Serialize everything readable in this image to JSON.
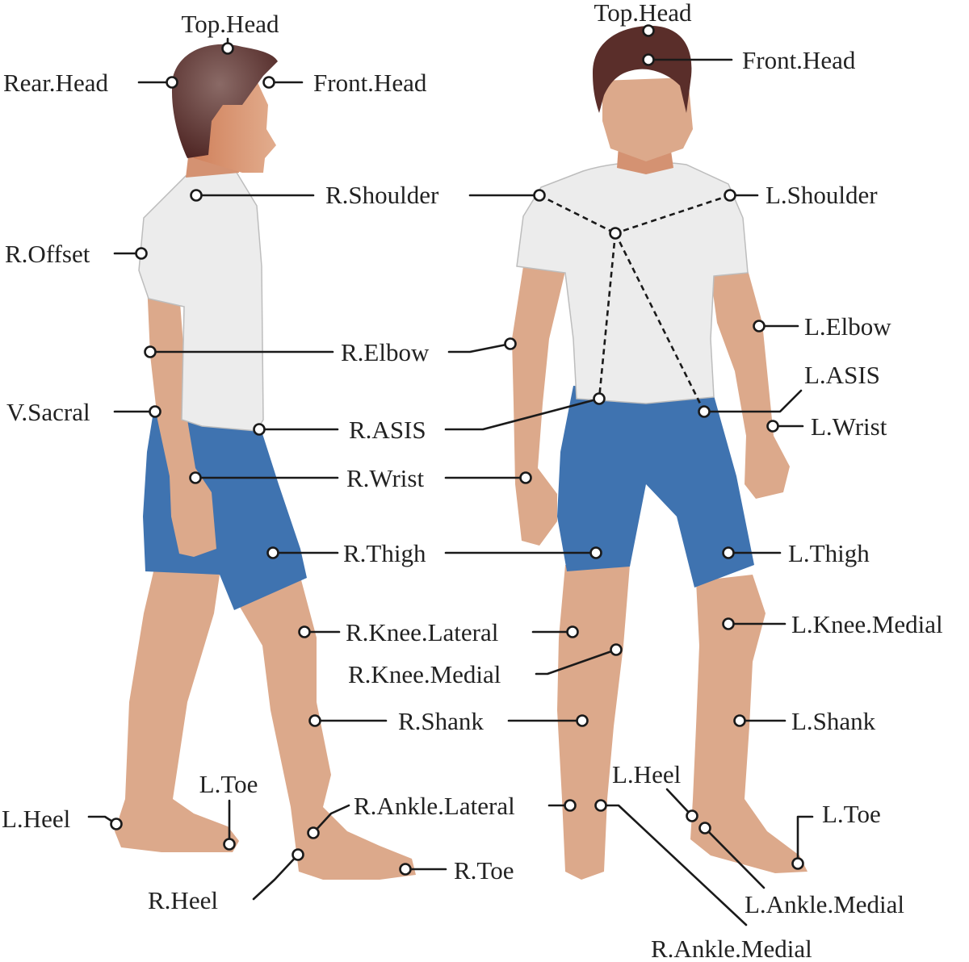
{
  "colors": {
    "skin": "#dca98b",
    "skin_shadow": "#cd9577",
    "shirt": "#ececec",
    "shorts": "#3f73b0",
    "hair": "#5a2e2a",
    "face_side": "#d9906a"
  },
  "side_view": {
    "labels": {
      "top_head": "Top.Head",
      "rear_head": "Rear.Head",
      "front_head": "Front.Head",
      "r_shoulder": "R.Shoulder",
      "r_offset": "R.Offset",
      "r_elbow": "R.Elbow",
      "v_sacral": "V.Sacral",
      "r_asis": "R.ASIS",
      "r_wrist": "R.Wrist",
      "r_thigh": "R.Thigh",
      "r_knee_lateral": "R.Knee.Lateral",
      "r_knee_medial": "R.Knee.Medial",
      "r_shank": "R.Shank",
      "r_ankle_lateral": "R.Ankle.Lateral",
      "l_heel": "L.Heel",
      "l_toe": "L.Toe",
      "r_heel": "R.Heel",
      "r_toe": "R.Toe"
    }
  },
  "front_view": {
    "labels": {
      "top_head": "Top.Head",
      "front_head": "Front.Head",
      "l_shoulder": "L.Shoulder",
      "l_elbow": "L.Elbow",
      "l_asis": "L.ASIS",
      "l_wrist": "L.Wrist",
      "l_thigh": "L.Thigh",
      "l_knee_medial": "L.Knee.Medial",
      "l_shank": "L.Shank",
      "l_heel": "L.Heel",
      "l_toe": "L.Toe",
      "l_ankle_medial": "L.Ankle.Medial",
      "r_ankle_medial": "R.Ankle.Medial"
    }
  }
}
